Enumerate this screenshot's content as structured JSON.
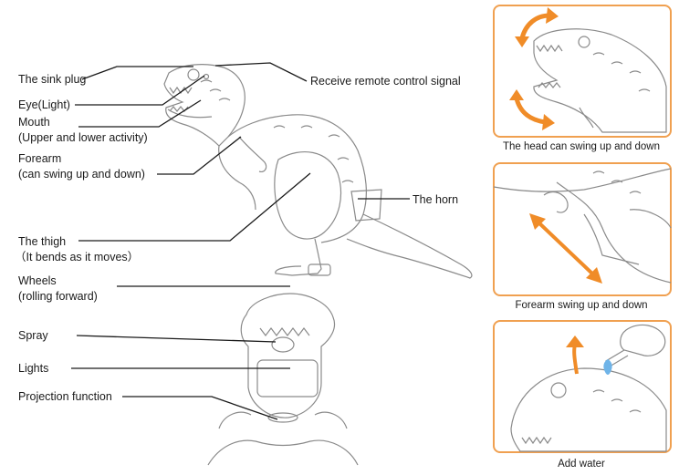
{
  "labels": {
    "sink_plug": "The sink plug",
    "eye": "Eye(Light)",
    "mouth_line1": "Mouth",
    "mouth_line2": "(Upper and lower activity)",
    "forearm_line1": "Forearm",
    "forearm_line2": "(can swing up and down)",
    "thigh_line1": "The thigh",
    "thigh_line2": "（It bends as it moves）",
    "wheels_line1": "Wheels",
    "wheels_line2": "(rolling forward)",
    "remote": "Receive remote control signal",
    "horn": "The horn",
    "spray": "Spray",
    "lights": "Lights",
    "projection": "Projection function"
  },
  "panels": {
    "head_caption": "The head can swing up and down",
    "forearm_caption": "Forearm swing up and down",
    "water_caption": "Add water"
  },
  "colors": {
    "accent": "#f0a050",
    "arrow": "#f08c28",
    "line": "#1a1a1a",
    "sketch": "#8a8a8a"
  }
}
